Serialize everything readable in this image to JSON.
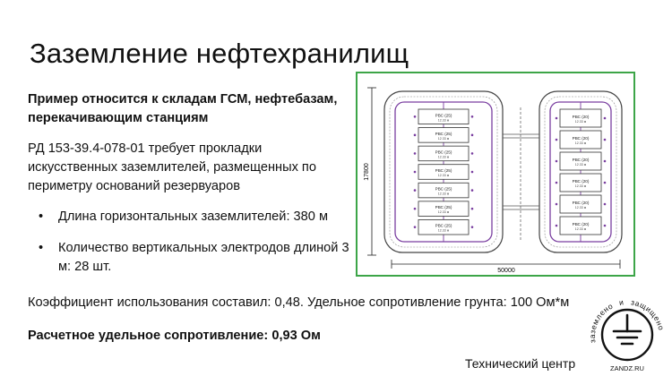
{
  "slide": {
    "title": "Заземление нефтехранилищ",
    "lead": "Пример относится к складам ГСМ, нефтебазам, перекачивающим станциям",
    "requirement": "РД 153-39.4-078-01 требует прокладки искусственных заземлителей, размещенных по периметру оснований резервуаров",
    "bullets": [
      "Длина горизонтальных заземлителей: 380 м",
      "Количество вертикальных электродов длиной 3 м: 28 шт."
    ],
    "coefficient": "Коэффициент использования составил: 0,48. Удельное сопротивление грунта: 100 Ом*м",
    "calculated": "Расчетное удельное сопротивление: 0,93 Ом",
    "footer": "Технический центр"
  },
  "diagram": {
    "dim_horizontal": "50000",
    "dim_vertical": "17800",
    "frame_color": "#3da548",
    "ground_line_color": "#7a3fa0",
    "left_tanks": [
      {
        "label": "РВС (25)",
        "sub": "12.33 м"
      },
      {
        "label": "РВС (25)",
        "sub": "12.33 м"
      },
      {
        "label": "РВС (25)",
        "sub": "12.33 м"
      },
      {
        "label": "РВС (25)",
        "sub": "12.33 м"
      },
      {
        "label": "РВС (25)",
        "sub": "12.33 м"
      },
      {
        "label": "РВС (25)",
        "sub": "12.33 м"
      },
      {
        "label": "РВС (25)",
        "sub": "12.33 м"
      }
    ],
    "right_tanks": [
      {
        "label": "РВС (20)",
        "sub": "12.33 м"
      },
      {
        "label": "РВС (20)",
        "sub": "12.33 м"
      },
      {
        "label": "РВС (20)",
        "sub": "12.33 м"
      },
      {
        "label": "РВС (20)",
        "sub": "12.33 м"
      },
      {
        "label": "РВС (20)",
        "sub": "12.33 м"
      },
      {
        "label": "РВС (20)",
        "sub": "12.33 м"
      }
    ]
  },
  "logo": {
    "ring_left": "заземлено",
    "ring_mid": "и",
    "ring_right": "защищено",
    "site": "ZANDZ.RU",
    "icon": "ground-symbol-icon",
    "color": "#111111"
  }
}
